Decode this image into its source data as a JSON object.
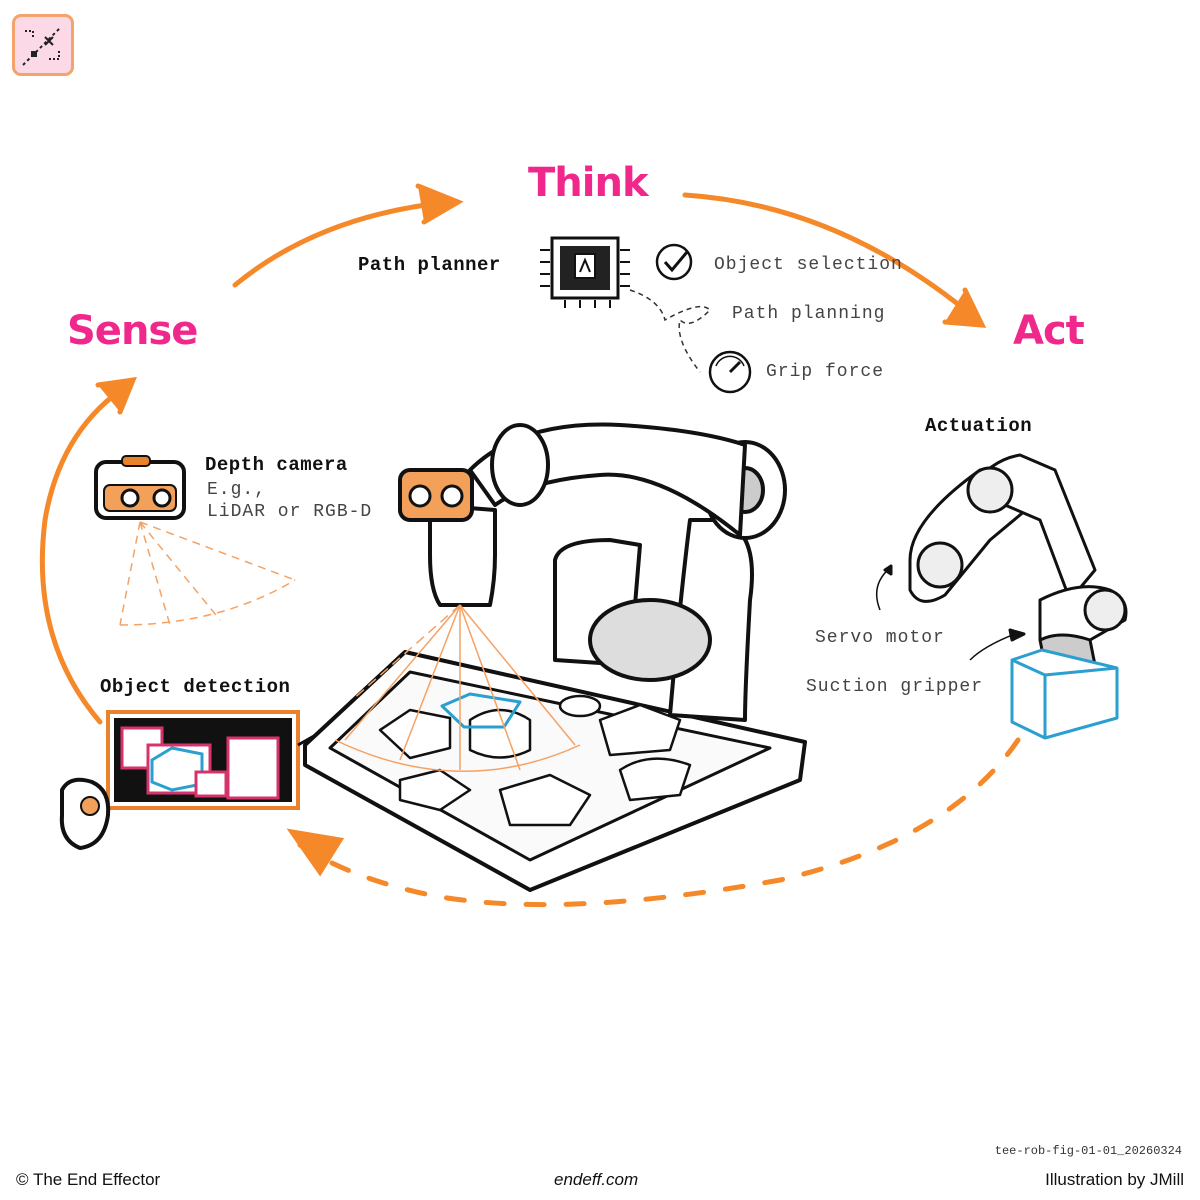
{
  "stages": {
    "sense": "Sense",
    "think": "Think",
    "act": "Act"
  },
  "think_panel": {
    "path_planner": "Path planner",
    "items": [
      "Object selection",
      "Path planning",
      "Grip force"
    ]
  },
  "sense_panel": {
    "depth_camera": "Depth camera",
    "depth_example_line1": "E.g.,",
    "depth_example_line2": "LiDAR or RGB-D",
    "object_detection": "Object detection"
  },
  "act_panel": {
    "actuation": "Actuation",
    "servo_motor": "Servo motor",
    "suction_gripper": "Suction gripper"
  },
  "footer": {
    "figure_id": "tee-rob-fig-01-01_20260324",
    "copyright": "© The End Effector",
    "website": "endeff.com",
    "credit": "Illustration by JMill"
  },
  "colors": {
    "stage_text": "#f0288c",
    "arrow": "#f5892a",
    "camera_accent": "#e8822b",
    "box_outline": "#2a9fd0",
    "detection_box": "#d6336c"
  },
  "icons": [
    "logo-icon",
    "chip-icon",
    "checkmark-icon",
    "gauge-icon",
    "eye-icon"
  ]
}
